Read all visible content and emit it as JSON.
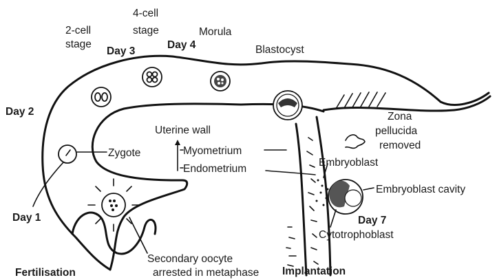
{
  "labels": {
    "two_cell": [
      "2-cell",
      "stage"
    ],
    "four_cell": [
      "4-cell",
      "stage"
    ],
    "morula": "Morula",
    "blastocyst": "Blastocyst",
    "zona": [
      "Zona",
      "pellucida",
      "removed"
    ],
    "uterine_wall": "Uterine wall",
    "myometrium": "Myometrium",
    "endometrium": "Endometrium",
    "zygote": "Zygote",
    "embryoblast": "Embryoblast",
    "embryoblast_cavity": "Embryoblast cavity",
    "cytotrophoblast": "Cytotrophoblast",
    "secondary_oocyte": [
      "Secondary oocyte",
      "arrested in metaphase"
    ]
  },
  "days": {
    "day1": "Day 1",
    "day2": "Day 2",
    "day3": "Day 3",
    "day4": "Day 4",
    "day7": "Day 7"
  },
  "events": {
    "fertilisation": "Fertilisation",
    "implantation": "Implantation"
  }
}
